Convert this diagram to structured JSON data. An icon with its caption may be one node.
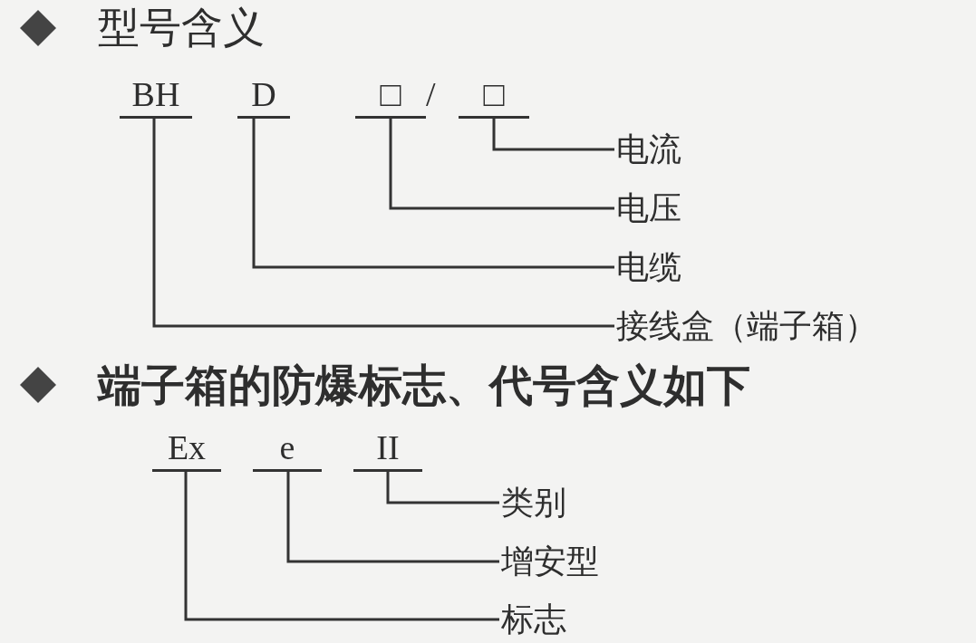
{
  "diagram": {
    "nodes": [
      {
        "text": [
          "BH"
        ]
      },
      {
        "text": [
          "D"
        ]
      },
      {
        "text": [
          "□"
        ]
      },
      {
        "text": [
          "□"
        ]
      },
      {
        "text": [
          "电流"
        ]
      },
      {
        "text": [
          "电压"
        ]
      },
      {
        "text": [
          "电缆"
        ]
      },
      {
        "text": [
          "接线盒（端子箱）"
        ]
      },
      {
        "text": [
          "Ex"
        ]
      },
      {
        "text": [
          "e"
        ]
      },
      {
        "text": [
          "II"
        ]
      },
      {
        "text": [
          "类别"
        ]
      },
      {
        "text": [
          "增安型"
        ]
      },
      {
        "text": [
          "标志"
        ]
      }
    ],
    "edges": [
      {
        "from": 3,
        "to": 4,
        "arrow": "none"
      },
      {
        "from": 2,
        "to": 5,
        "arrow": "none"
      },
      {
        "from": 1,
        "to": 6,
        "arrow": "none"
      },
      {
        "from": 0,
        "to": 7,
        "arrow": "none"
      },
      {
        "from": 10,
        "to": 11,
        "arrow": "none"
      },
      {
        "from": 9,
        "to": 12,
        "arrow": "none"
      },
      {
        "from": 8,
        "to": 13,
        "arrow": "none"
      }
    ],
    "labels": [
      "型号含义",
      "/",
      "端子箱的防爆标志、代号含义如下"
    ]
  }
}
